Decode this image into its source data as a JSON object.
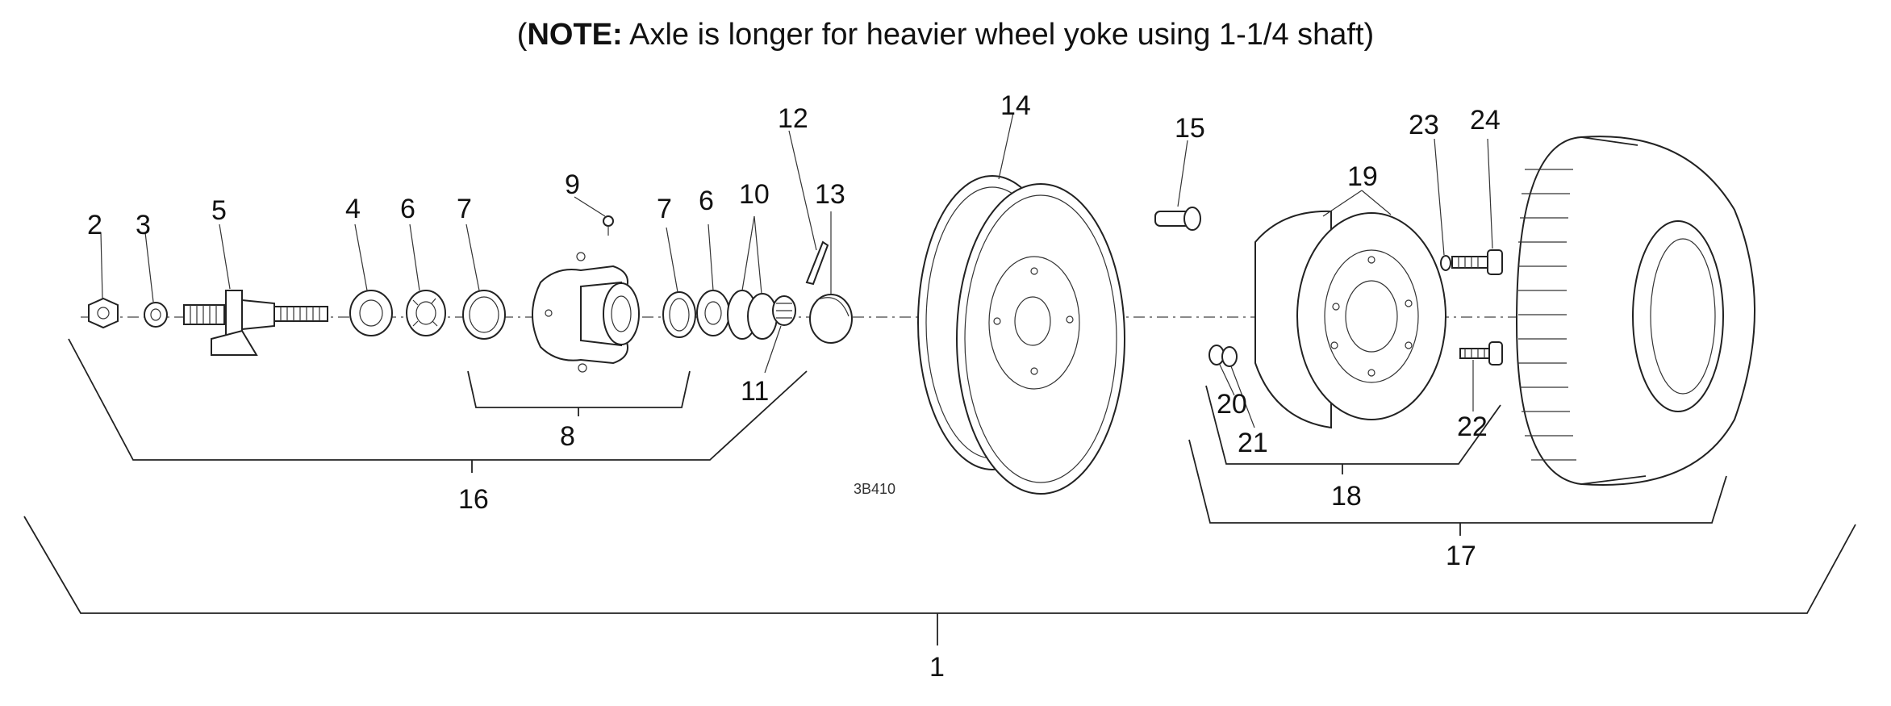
{
  "note": {
    "label": "NOTE:",
    "text": "Axle is longer for heavier wheel yoke using 1-1/4 shaft"
  },
  "callouts": {
    "c1": "1",
    "c2": "2",
    "c3": "3",
    "c4": "4",
    "c5": "5",
    "c6a": "6",
    "c6b": "6",
    "c7a": "7",
    "c7b": "7",
    "c8": "8",
    "c9": "9",
    "c10": "10",
    "c11": "11",
    "c12": "12",
    "c13": "13",
    "c14": "14",
    "c15": "15",
    "c16": "16",
    "c17": "17",
    "c18": "18",
    "c19": "19",
    "c20": "20",
    "c21": "21",
    "c22": "22",
    "c23": "23",
    "c24": "24"
  },
  "drawing_code": "3B410"
}
